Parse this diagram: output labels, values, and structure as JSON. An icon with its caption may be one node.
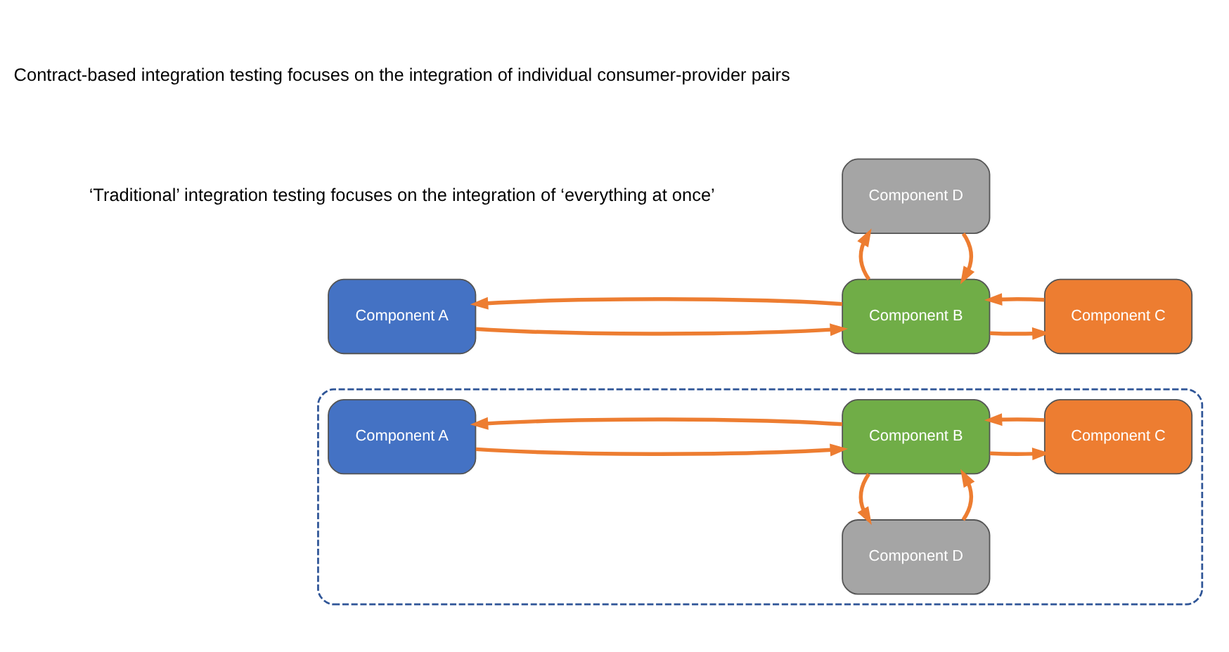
{
  "diagram": {
    "nodes": [
      {
        "text": [],
        "shape": "box"
      },
      {
        "text": [
          "Component A"
        ],
        "in": 0
      },
      {
        "text": [
          "Component B"
        ],
        "in": 0
      },
      {
        "text": [
          "Component C"
        ],
        "in": 0
      },
      {
        "text": [
          "Component D"
        ],
        "in": 0
      },
      {
        "text": [
          "Component A"
        ]
      },
      {
        "text": [
          "Component B"
        ]
      },
      {
        "text": [
          "Component C"
        ]
      },
      {
        "text": [
          "Component D"
        ]
      }
    ],
    "edges": [
      {
        "from": 1,
        "to": 2,
        "arrow": "to"
      },
      {
        "from": 2,
        "to": 1,
        "arrow": "to"
      },
      {
        "from": 2,
        "to": 3,
        "arrow": "to"
      },
      {
        "from": 3,
        "to": 2,
        "arrow": "to"
      },
      {
        "from": 4,
        "to": 2,
        "arrow": "to"
      },
      {
        "from": 2,
        "to": 4,
        "arrow": "to"
      },
      {
        "from": 5,
        "to": 6,
        "arrow": "to"
      },
      {
        "from": 6,
        "to": 5,
        "arrow": "to"
      },
      {
        "from": 6,
        "to": 7,
        "arrow": "to"
      },
      {
        "from": 7,
        "to": 6,
        "arrow": "to"
      },
      {
        "from": 8,
        "to": 6,
        "arrow": "to"
      },
      {
        "from": 6,
        "to": 8,
        "arrow": "to"
      }
    ],
    "labels": [
      "‘Traditional’ integration testing focuses on the integration of ‘everything at once’",
      "Contract-based integration testing focuses on the integration of individual consumer-provider pairs"
    ]
  }
}
